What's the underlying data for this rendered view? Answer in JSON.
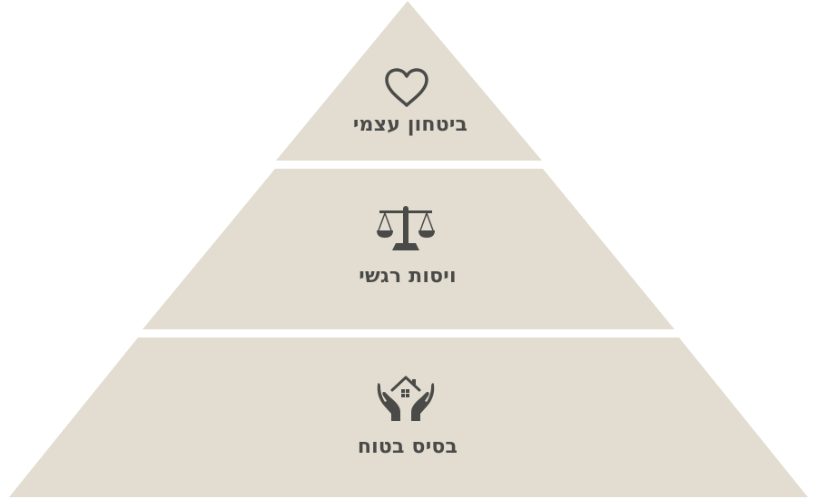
{
  "diagram": {
    "fill_color": "#e2ddd0",
    "ink_color": "#4a4a48",
    "tiers": [
      {
        "label": "ביטחון עצמי",
        "icon": "heart-icon"
      },
      {
        "label": "ויסות רגשי",
        "icon": "balance-scale-icon"
      },
      {
        "label": "בסיס בטוח",
        "icon": "hands-house-icon"
      }
    ]
  }
}
